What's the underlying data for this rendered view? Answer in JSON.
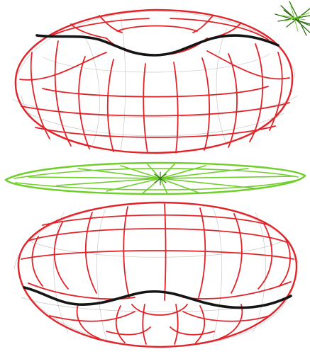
{
  "figure": {
    "parts": [
      "upper-torus-shell",
      "flat-disc",
      "lower-torus-shell",
      "corner-star-doodle"
    ],
    "colors": {
      "background": "#ffffff",
      "torus_outline": "#e0242a",
      "torus_grid": "#e0242a",
      "profile_curve": "#151515",
      "disc_outline": "#6fcf2a",
      "disc_spokes": "#6fcf2a",
      "doodle": "#2f6b16",
      "pencil_construction": "#9a9a9a"
    },
    "icons": {
      "doodle": "star-scribble-icon"
    }
  }
}
